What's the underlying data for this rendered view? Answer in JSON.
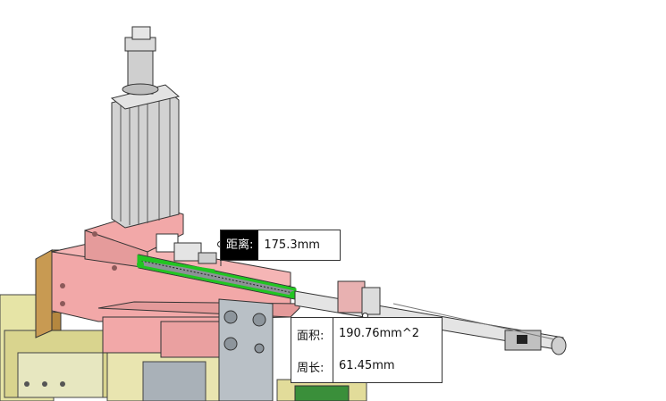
{
  "measure": {
    "distance": {
      "label": "距离:",
      "value": "175.3mm"
    },
    "area": {
      "label": "面积:",
      "value": "190.76mm^2"
    },
    "perimeter": {
      "label": "周长:",
      "value": "61.45mm"
    }
  },
  "colors": {
    "pink": "#f2a8a8",
    "pink_dark": "#d98b8b",
    "wood": "#c89a52",
    "yellow": "#e8e3a0",
    "grey_cyl": "#c8c8c8",
    "steel": "#b5bcc4",
    "highlight": "#21c521"
  }
}
